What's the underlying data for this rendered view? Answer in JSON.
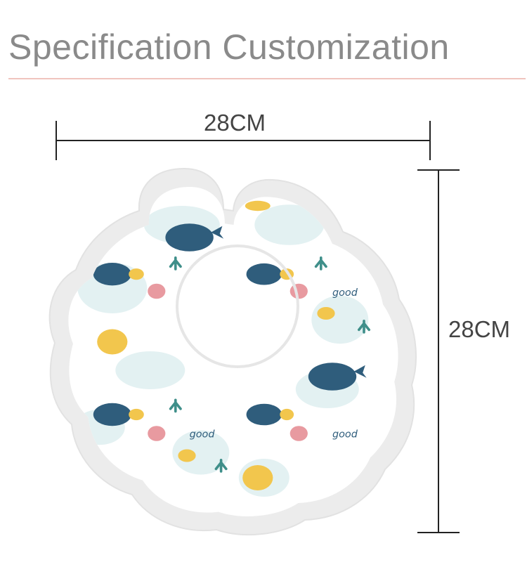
{
  "header": {
    "title": "Specification Customization"
  },
  "dimensions": {
    "width_label": "28CM",
    "height_label": "28CM"
  },
  "product": {
    "type": "bib",
    "print_text": "good",
    "colors": {
      "border": "#ececec",
      "pattern_bg": "#ffffff",
      "blob": "#e3f1f2",
      "whale": "#2f5d7c",
      "yellow": "#f2c64d",
      "coral": "#e89aa0",
      "teal": "#3f8f8a"
    }
  }
}
